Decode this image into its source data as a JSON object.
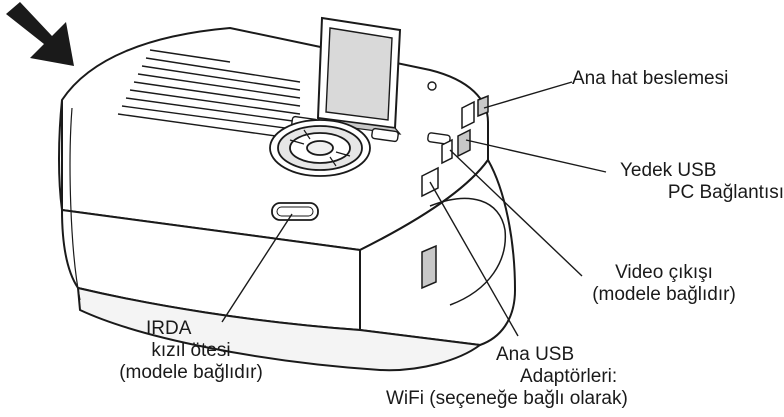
{
  "colors": {
    "ink": "#1a1a1a",
    "body_fill": "#ffffff",
    "screen_fill": "#d9d9d9",
    "shade": "#c8c8c8",
    "arrow": "#1a1a1a"
  },
  "callouts": {
    "power": {
      "line1": "Ana hat beslemesi"
    },
    "backup_usb": {
      "line1": "Yedek USB",
      "line2": "PC Bağlantısı"
    },
    "video": {
      "line1": "Video çıkışı",
      "line2": "(modele bağlıdır)"
    },
    "irda": {
      "line1": "IRDA",
      "line2": "kızıl ötesi",
      "line3": "(modele bağlıdır)"
    },
    "main_usb": {
      "line1": "Ana USB",
      "line2": "Adaptörleri:",
      "line3": "WiFi (seçeneğe bağlı olarak)"
    }
  }
}
